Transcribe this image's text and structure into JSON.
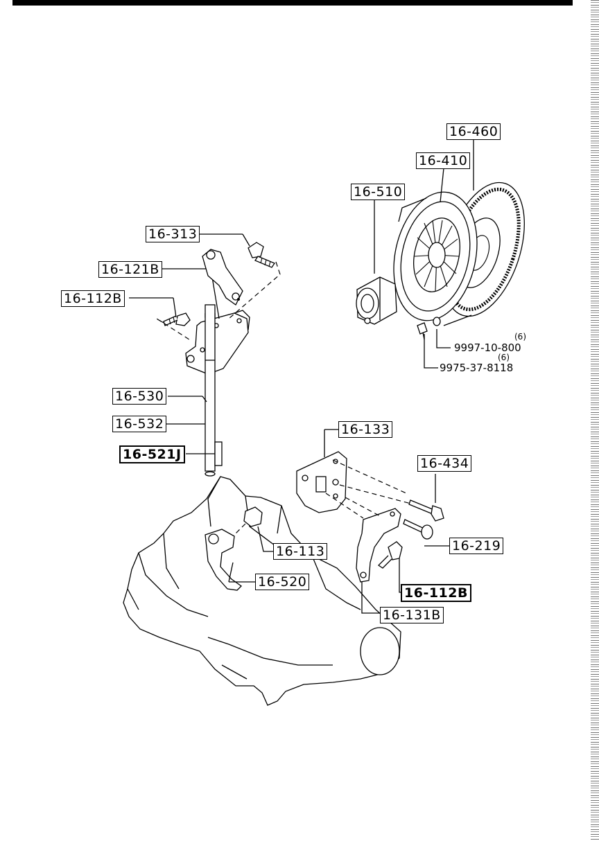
{
  "labels": {
    "l_16_460": "16-460",
    "l_16_410": "16-410",
    "l_16_510": "16-510",
    "l_16_313": "16-313",
    "l_16_121B": "16-121B",
    "l_16_112B_top": "16-112B",
    "l_16_530": "16-530",
    "l_16_532": "16-532",
    "l_16_521J": "16-521J",
    "l_16_133": "16-133",
    "l_16_434": "16-434",
    "l_16_219": "16-219",
    "l_16_113": "16-113",
    "l_16_520": "16-520",
    "l_16_112B_bot": "16-112B",
    "l_16_131B": "16-131B"
  },
  "part_numbers": {
    "washer": "9997-10-800",
    "bolt": "9975-37-8118"
  },
  "quantities": {
    "washer_qty": "(6)",
    "bolt_qty": "(6)"
  }
}
